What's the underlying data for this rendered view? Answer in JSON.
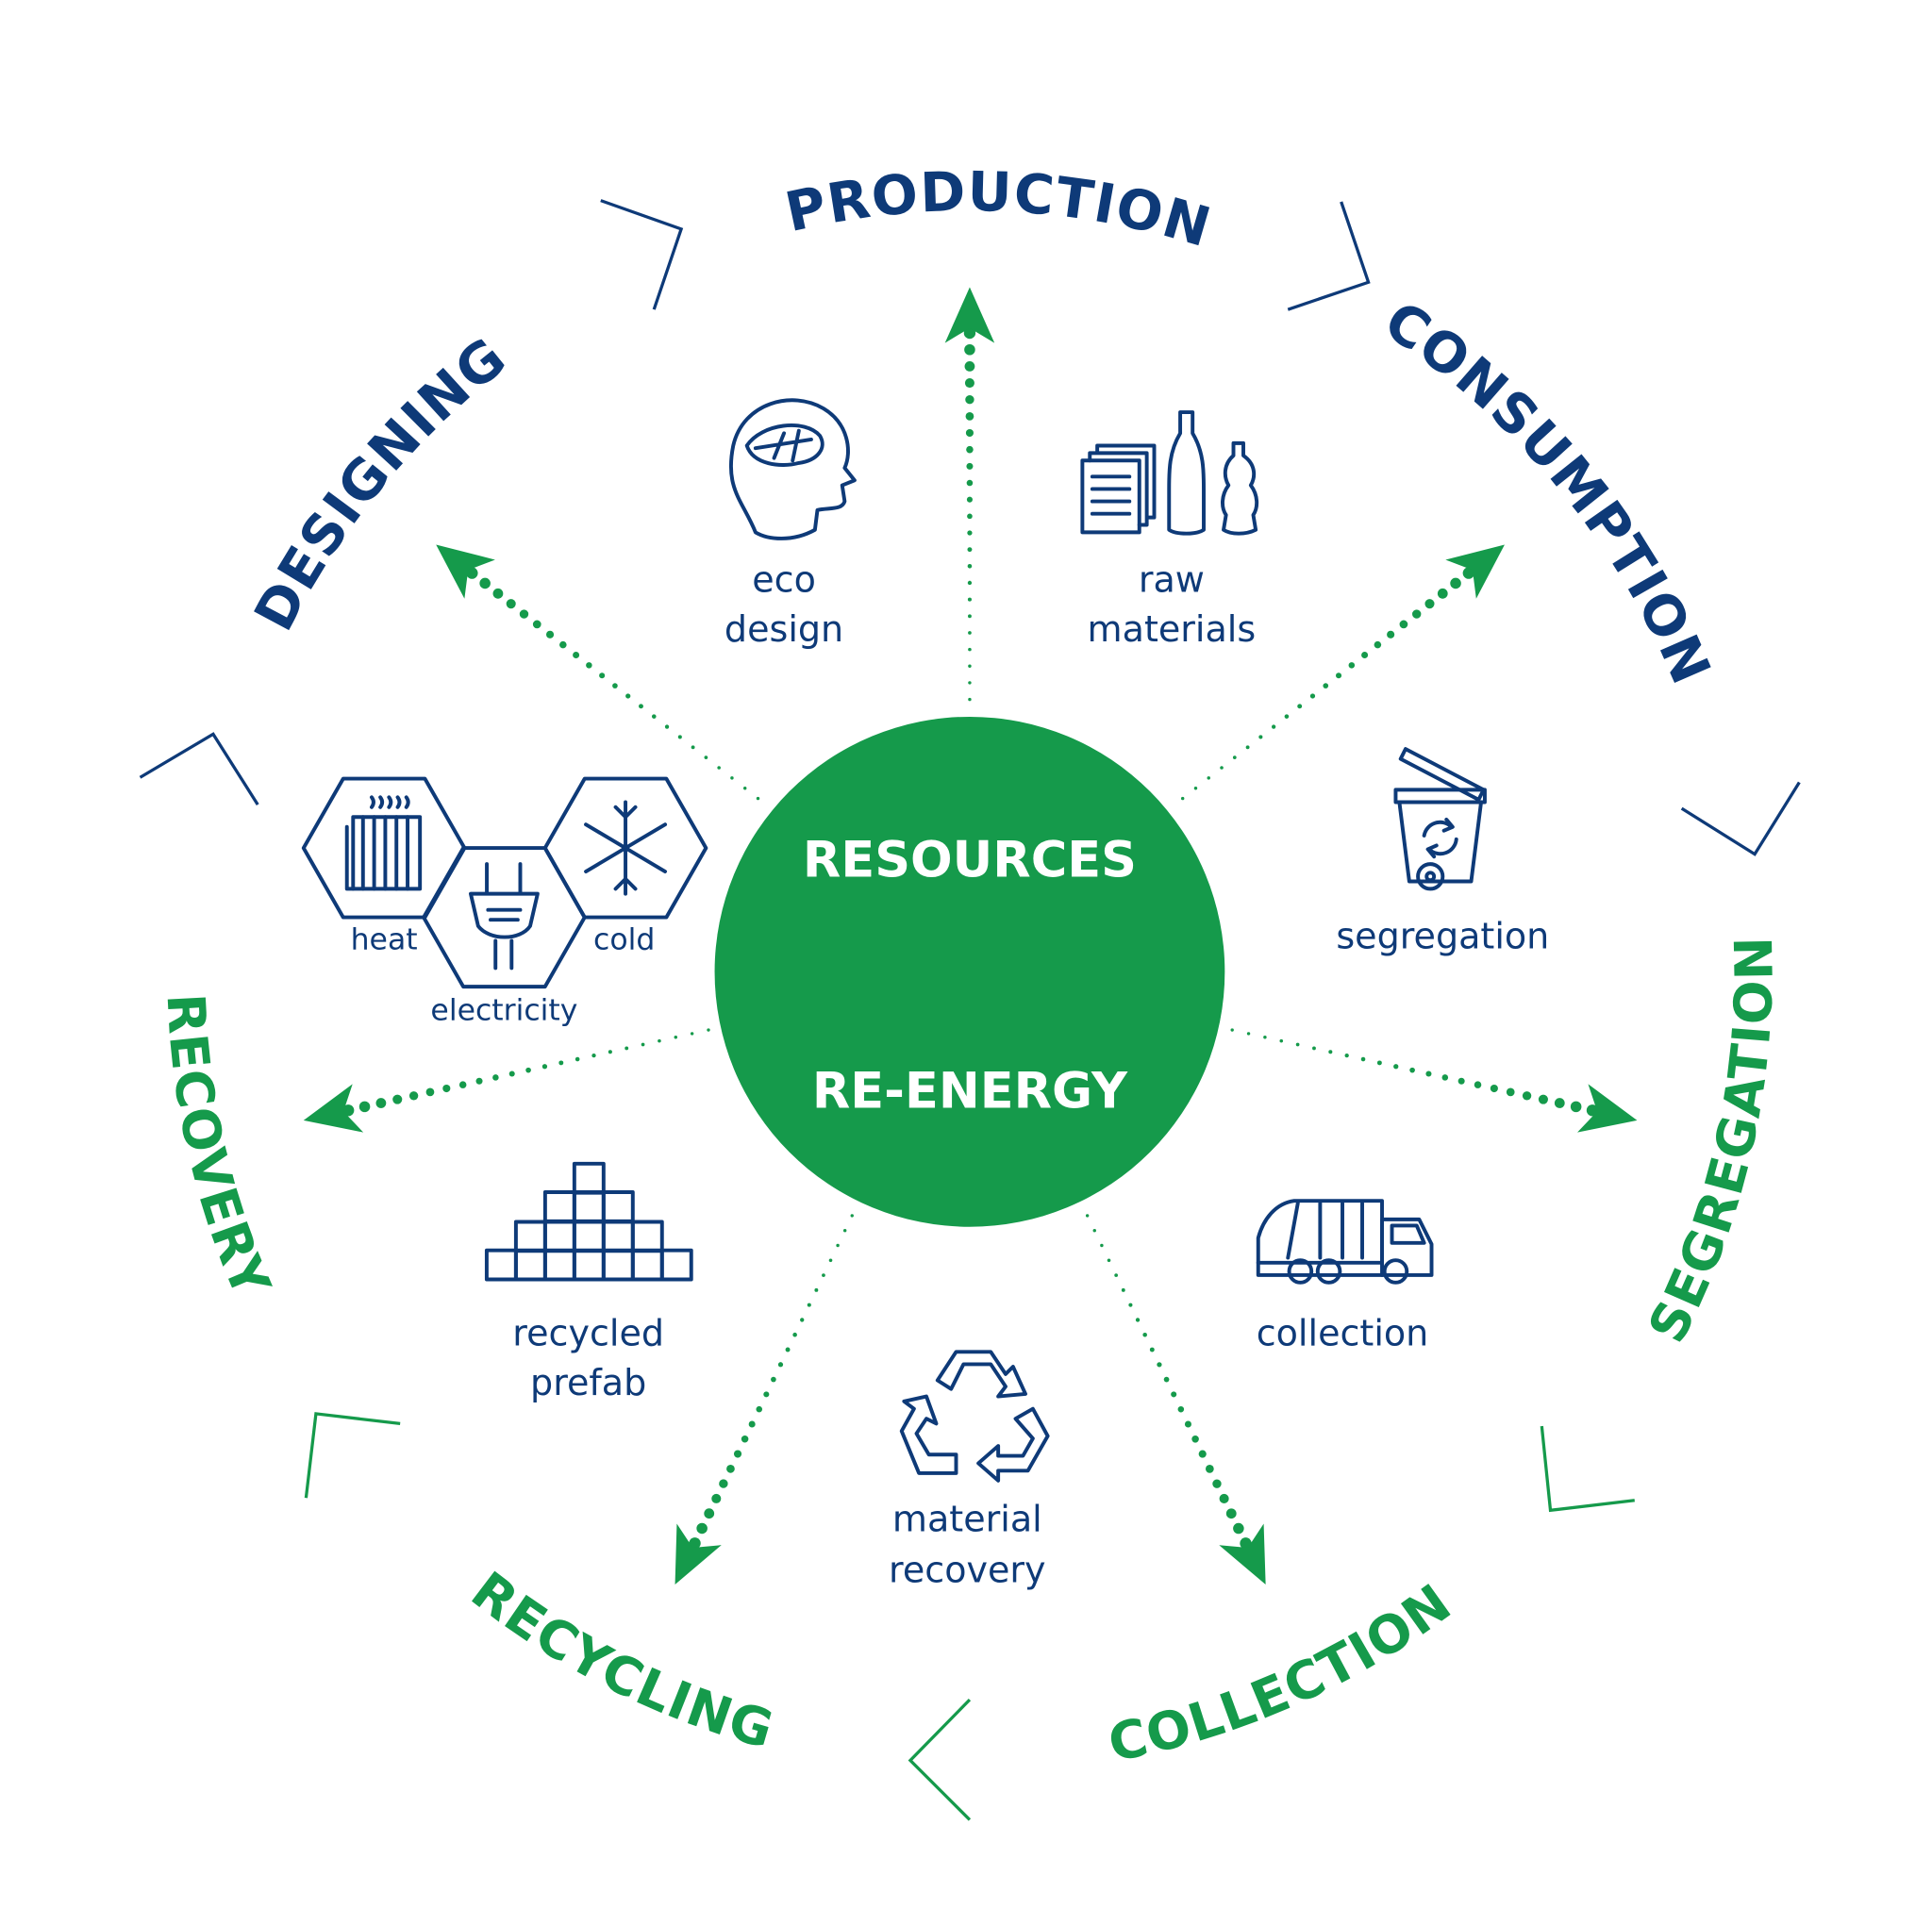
{
  "colors": {
    "green": "#159a4b",
    "navy": "#0e3a78",
    "white": "#ffffff"
  },
  "center": {
    "top_label": "RESOURCES",
    "bottom_label": "RE-ENERGY"
  },
  "stages": {
    "production": "PRODUCTION",
    "designing": "DESIGNING",
    "consumption": "CONSUMPTION",
    "recovery": "RECOVERY",
    "recycling": "RECYCLING",
    "collection": "COLLECTION",
    "segregation": "SEGREGATION"
  },
  "items": {
    "eco_design": {
      "line1": "eco",
      "line2": "design",
      "icon": "head-leaf-icon"
    },
    "raw_materials": {
      "line1": "raw",
      "line2": "materials",
      "icon": "paper-bottles-icon"
    },
    "segregation": {
      "line1": "segregation",
      "icon": "recycle-bin-icon"
    },
    "collection": {
      "line1": "collection",
      "icon": "garbage-truck-icon"
    },
    "material_recovery": {
      "line1": "material",
      "line2": "recovery",
      "icon": "recycle-icon"
    },
    "recycled_prefab": {
      "line1": "recycled",
      "line2": "prefab",
      "icon": "block-stack-icon"
    },
    "energy": {
      "heat": "heat",
      "electricity": "electricity",
      "cold": "cold"
    }
  }
}
